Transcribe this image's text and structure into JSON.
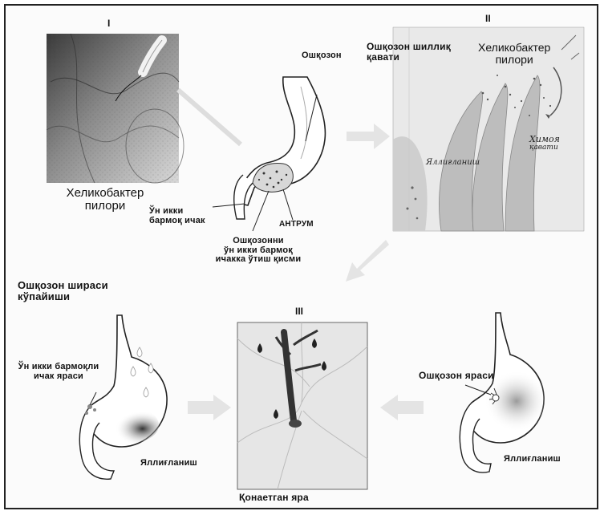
{
  "panels": {
    "one": "I",
    "two": "II",
    "three": "III"
  },
  "labels": {
    "helicobacter": [
      "Хеликобактер",
      "пилори"
    ],
    "oshqozon": "Ошқозон",
    "un_ikki_ichak": [
      "Ўн икки",
      "бармоқ ичак"
    ],
    "antrum": "АНТРУМ",
    "transition": [
      "Ошқозонни",
      "ўн икки бармоқ",
      "ичакка ўтиш қисми"
    ],
    "mucosa": [
      "Ошқозон шиллиқ",
      "қавати"
    ],
    "helicobacter2": [
      "Хеликобактер",
      "пилори"
    ],
    "protective": [
      "Химоя",
      "қавати"
    ],
    "inflam_small": "Яллиғланиш",
    "juice": [
      "Ошқозон шираси",
      "кўпайиши"
    ],
    "duodenal_ulcer": [
      "Ўн икки бармоқли",
      "ичак яраси"
    ],
    "inflam_left": "Яллиғланиш",
    "bleeding_ulcer": "Қонаетган яра",
    "gastric_ulcer": "Ошқозон яраси",
    "inflam_right": "Яллиғланиш"
  }
}
